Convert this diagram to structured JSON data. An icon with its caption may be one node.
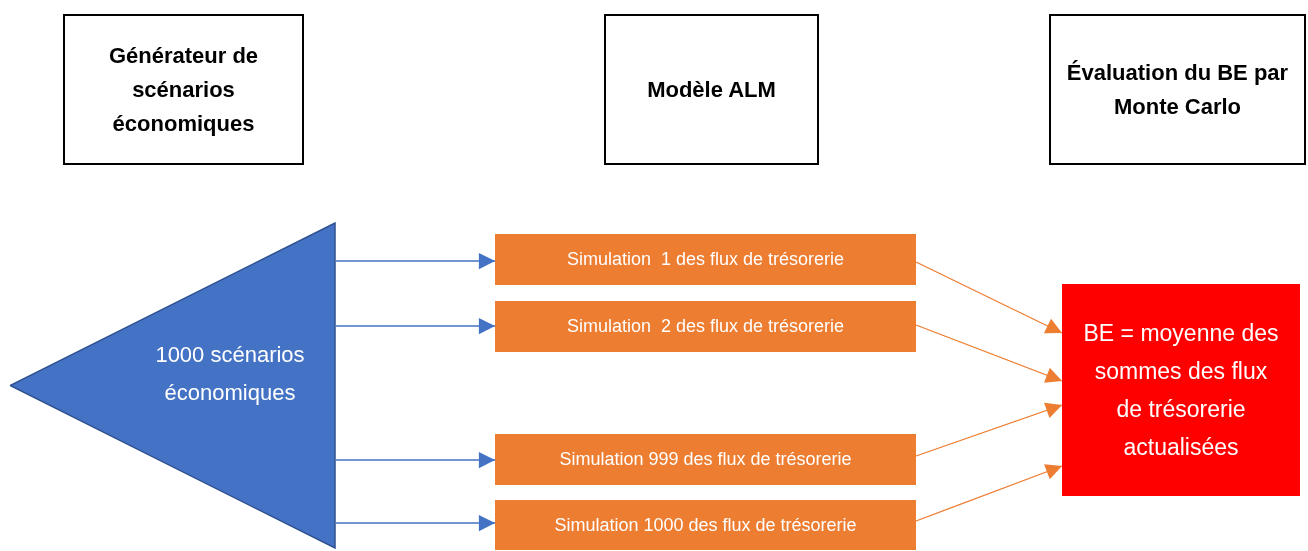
{
  "diagram": {
    "nodes": [
      {
        "text": [
          "Générateur de scénarios économiques"
        ]
      },
      {
        "text": [
          "Modèle ALM"
        ]
      },
      {
        "text": [
          "Évaluation du BE par Monte Carlo"
        ]
      },
      {
        "text": [
          "1000 scénarios économiques"
        ]
      },
      {
        "text": [
          "Simulation  1 des flux de trésorerie"
        ]
      },
      {
        "text": [
          "Simulation  2 des flux de trésorerie"
        ]
      },
      {
        "text": [
          "Simulation 999 des flux de trésorerie"
        ]
      },
      {
        "text": [
          "Simulation 1000 des flux de trésorerie"
        ]
      },
      {
        "text": [
          "BE = moyenne des sommes des flux de trésorerie actualisées"
        ]
      }
    ],
    "edges": [
      {
        "from": 3,
        "to": 4,
        "arrow": "to",
        "color": "#4472c4"
      },
      {
        "from": 3,
        "to": 5,
        "arrow": "to",
        "color": "#4472c4"
      },
      {
        "from": 3,
        "to": 6,
        "arrow": "to",
        "color": "#4472c4"
      },
      {
        "from": 3,
        "to": 7,
        "arrow": "to",
        "color": "#4472c4"
      },
      {
        "from": 4,
        "to": 8,
        "arrow": "to",
        "color": "#ed7d31"
      },
      {
        "from": 5,
        "to": 8,
        "arrow": "to",
        "color": "#ed7d31"
      },
      {
        "from": 6,
        "to": 8,
        "arrow": "to",
        "color": "#ed7d31"
      },
      {
        "from": 7,
        "to": 8,
        "arrow": "to",
        "color": "#ed7d31"
      }
    ]
  }
}
